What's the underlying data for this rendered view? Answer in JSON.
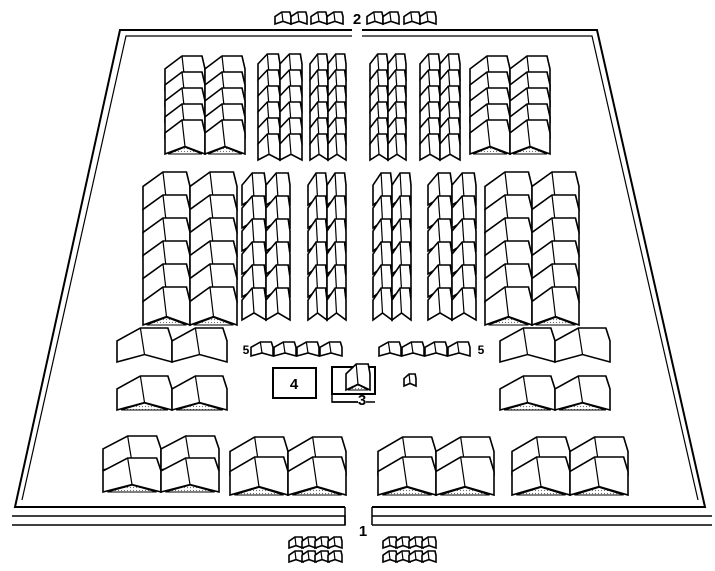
{
  "labels": {
    "main_gate": "1",
    "rear_gate": "2",
    "center": "3",
    "box": "4",
    "row_left": "5",
    "row_right": "5"
  },
  "colors": {
    "ink": "#000000",
    "paper": "#ffffff",
    "stipple": "#6a6a6a"
  }
}
